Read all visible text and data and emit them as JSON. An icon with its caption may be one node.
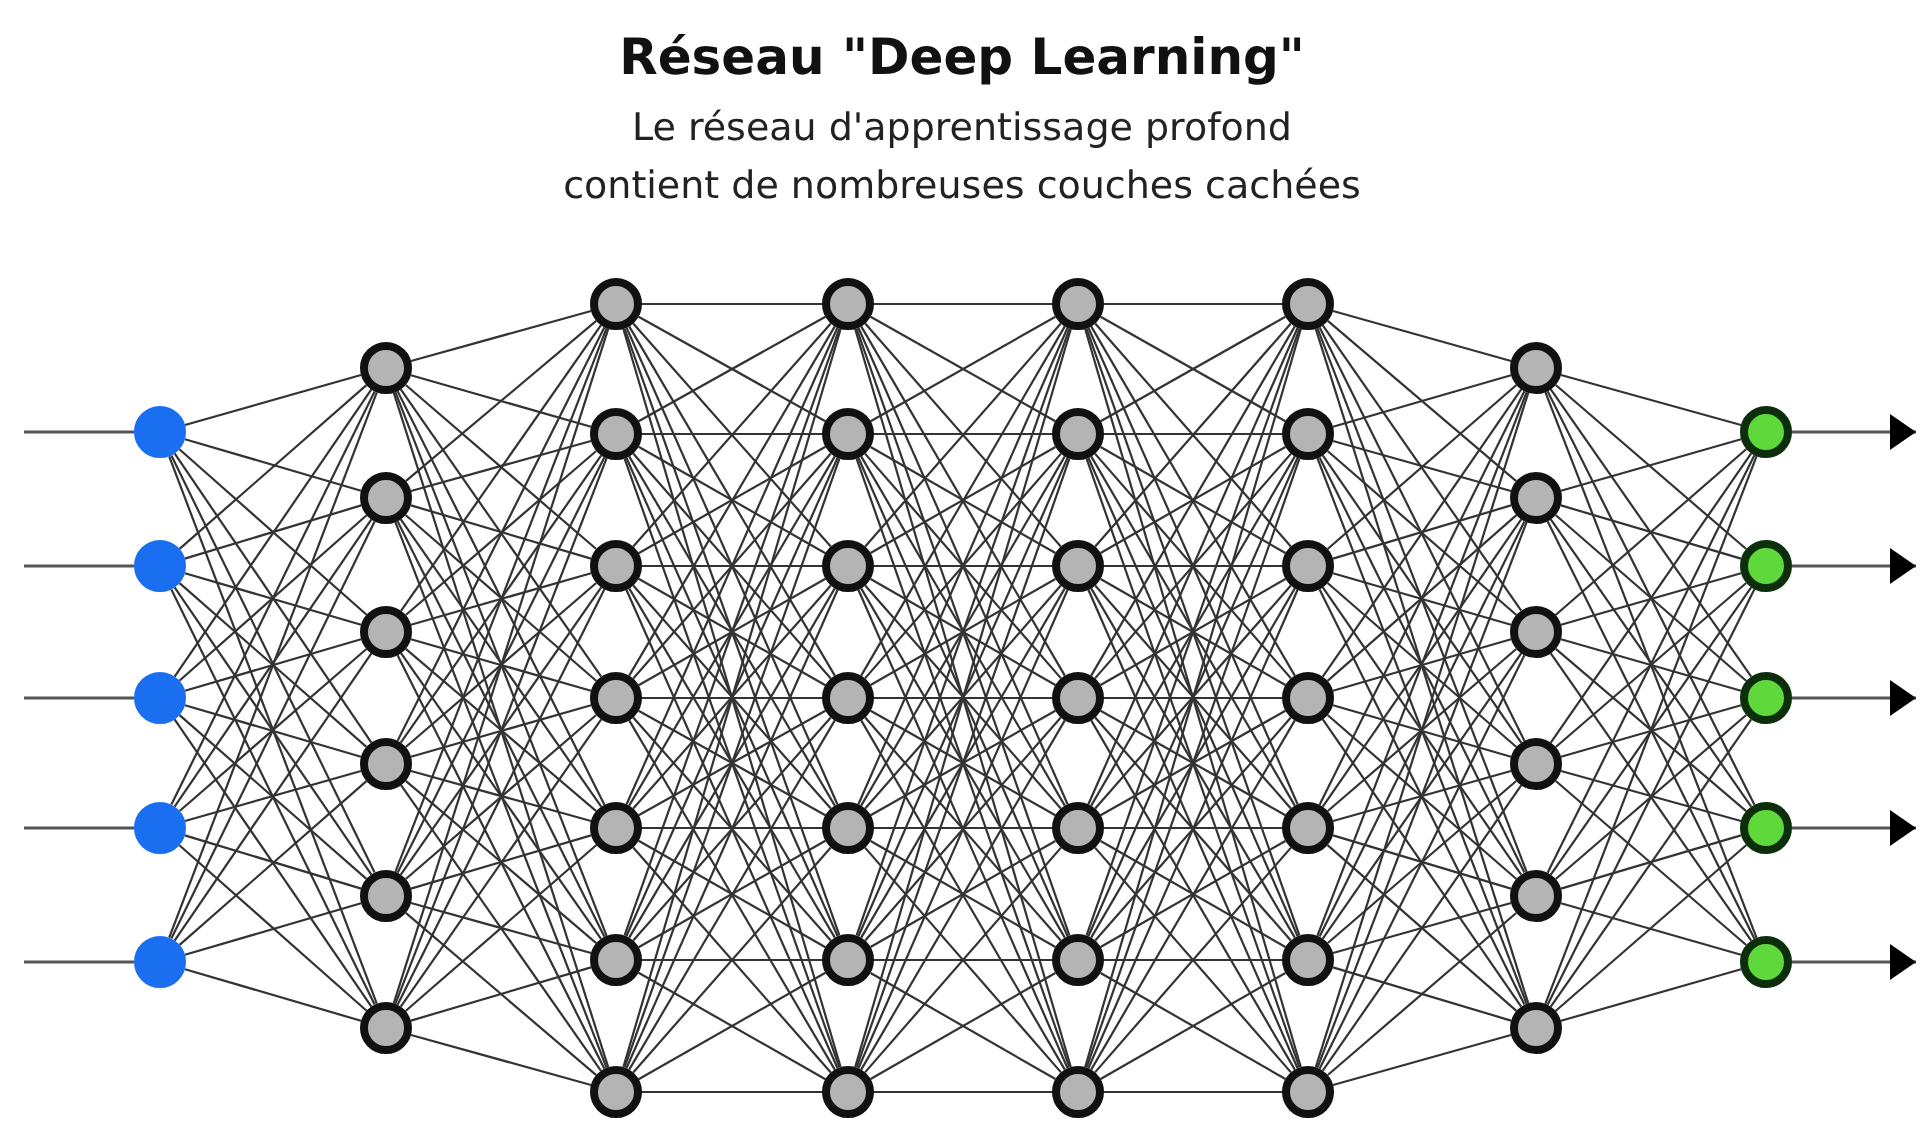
{
  "diagram": {
    "title": "Réseau \"Deep Learning\"",
    "nodes": [
      {
        "text": [],
        "shape": "circle"
      },
      {
        "text": [],
        "shape": "circle"
      },
      {
        "text": [],
        "shape": "circle"
      },
      {
        "text": [],
        "shape": "circle"
      },
      {
        "text": [],
        "shape": "circle"
      },
      {
        "text": [],
        "shape": "circle"
      },
      {
        "text": [],
        "shape": "circle"
      },
      {
        "text": [],
        "shape": "circle"
      },
      {
        "text": [],
        "shape": "circle"
      },
      {
        "text": [],
        "shape": "circle"
      },
      {
        "text": [],
        "shape": "circle"
      },
      {
        "text": [],
        "shape": "circle"
      },
      {
        "text": [],
        "shape": "circle"
      },
      {
        "text": [],
        "shape": "circle"
      },
      {
        "text": [],
        "shape": "circle"
      },
      {
        "text": [],
        "shape": "circle"
      },
      {
        "text": [],
        "shape": "circle"
      },
      {
        "text": [],
        "shape": "circle"
      },
      {
        "text": [],
        "shape": "circle"
      },
      {
        "text": [],
        "shape": "circle"
      },
      {
        "text": [],
        "shape": "circle"
      },
      {
        "text": [],
        "shape": "circle"
      },
      {
        "text": [],
        "shape": "circle"
      },
      {
        "text": [],
        "shape": "circle"
      },
      {
        "text": [],
        "shape": "circle"
      },
      {
        "text": [],
        "shape": "circle"
      },
      {
        "text": [],
        "shape": "circle"
      },
      {
        "text": [],
        "shape": "circle"
      },
      {
        "text": [],
        "shape": "circle"
      },
      {
        "text": [],
        "shape": "circle"
      },
      {
        "text": [],
        "shape": "circle"
      },
      {
        "text": [],
        "shape": "circle"
      },
      {
        "text": [],
        "shape": "circle"
      },
      {
        "text": [],
        "shape": "circle"
      },
      {
        "text": [],
        "shape": "circle"
      },
      {
        "text": [],
        "shape": "circle"
      },
      {
        "text": [],
        "shape": "circle"
      },
      {
        "text": [],
        "shape": "circle"
      },
      {
        "text": [],
        "shape": "circle"
      },
      {
        "text": [],
        "shape": "circle"
      },
      {
        "text": [],
        "shape": "circle"
      },
      {
        "text": [],
        "shape": "circle"
      },
      {
        "text": [],
        "shape": "circle"
      },
      {
        "text": [],
        "shape": "circle"
      },
      {
        "text": [],
        "shape": "circle"
      },
      {
        "text": [],
        "shape": "circle"
      },
      {
        "text": [],
        "shape": "circle"
      },
      {
        "text": [],
        "shape": "circle"
      },
      {
        "text": [],
        "shape": "circle"
      },
      {
        "text": [],
        "shape": "circle"
      }
    ],
    "edges": [
      {
        "from": null,
        "to": 0,
        "arrow": "none"
      },
      {
        "from": null,
        "to": 1,
        "arrow": "none"
      },
      {
        "from": null,
        "to": 2,
        "arrow": "none"
      },
      {
        "from": null,
        "to": 3,
        "arrow": "none"
      },
      {
        "from": null,
        "to": 4,
        "arrow": "none"
      },
      {
        "from": 0,
        "to": 5,
        "arrow": "none"
      },
      {
        "from": 0,
        "to": 6,
        "arrow": "none"
      },
      {
        "from": 0,
        "to": 7,
        "arrow": "none"
      },
      {
        "from": 0,
        "to": 8,
        "arrow": "none"
      },
      {
        "from": 0,
        "to": 9,
        "arrow": "none"
      },
      {
        "from": 0,
        "to": 10,
        "arrow": "none"
      },
      {
        "from": 1,
        "to": 5,
        "arrow": "none"
      },
      {
        "from": 1,
        "to": 6,
        "arrow": "none"
      },
      {
        "from": 1,
        "to": 7,
        "arrow": "none"
      },
      {
        "from": 1,
        "to": 8,
        "arrow": "none"
      },
      {
        "from": 1,
        "to": 9,
        "arrow": "none"
      },
      {
        "from": 1,
        "to": 10,
        "arrow": "none"
      },
      {
        "from": 2,
        "to": 5,
        "arrow": "none"
      },
      {
        "from": 2,
        "to": 6,
        "arrow": "none"
      },
      {
        "from": 2,
        "to": 7,
        "arrow": "none"
      },
      {
        "from": 2,
        "to": 8,
        "arrow": "none"
      },
      {
        "from": 2,
        "to": 9,
        "arrow": "none"
      },
      {
        "from": 2,
        "to": 10,
        "arrow": "none"
      },
      {
        "from": 3,
        "to": 5,
        "arrow": "none"
      },
      {
        "from": 3,
        "to": 6,
        "arrow": "none"
      },
      {
        "from": 3,
        "to": 7,
        "arrow": "none"
      },
      {
        "from": 3,
        "to": 8,
        "arrow": "none"
      },
      {
        "from": 3,
        "to": 9,
        "arrow": "none"
      },
      {
        "from": 3,
        "to": 10,
        "arrow": "none"
      },
      {
        "from": 4,
        "to": 5,
        "arrow": "none"
      },
      {
        "from": 4,
        "to": 6,
        "arrow": "none"
      },
      {
        "from": 4,
        "to": 7,
        "arrow": "none"
      },
      {
        "from": 4,
        "to": 8,
        "arrow": "none"
      },
      {
        "from": 4,
        "to": 9,
        "arrow": "none"
      },
      {
        "from": 4,
        "to": 10,
        "arrow": "none"
      },
      {
        "from": 5,
        "to": 11,
        "arrow": "none"
      },
      {
        "from": 5,
        "to": 12,
        "arrow": "none"
      },
      {
        "from": 5,
        "to": 13,
        "arrow": "none"
      },
      {
        "from": 5,
        "to": 14,
        "arrow": "none"
      },
      {
        "from": 5,
        "to": 15,
        "arrow": "none"
      },
      {
        "from": 5,
        "to": 16,
        "arrow": "none"
      },
      {
        "from": 5,
        "to": 17,
        "arrow": "none"
      },
      {
        "from": 6,
        "to": 11,
        "arrow": "none"
      },
      {
        "from": 6,
        "to": 12,
        "arrow": "none"
      },
      {
        "from": 6,
        "to": 13,
        "arrow": "none"
      },
      {
        "from": 6,
        "to": 14,
        "arrow": "none"
      },
      {
        "from": 6,
        "to": 15,
        "arrow": "none"
      },
      {
        "from": 6,
        "to": 16,
        "arrow": "none"
      },
      {
        "from": 6,
        "to": 17,
        "arrow": "none"
      },
      {
        "from": 7,
        "to": 11,
        "arrow": "none"
      },
      {
        "from": 7,
        "to": 12,
        "arrow": "none"
      },
      {
        "from": 7,
        "to": 13,
        "arrow": "none"
      },
      {
        "from": 7,
        "to": 14,
        "arrow": "none"
      },
      {
        "from": 7,
        "to": 15,
        "arrow": "none"
      },
      {
        "from": 7,
        "to": 16,
        "arrow": "none"
      },
      {
        "from": 7,
        "to": 17,
        "arrow": "none"
      },
      {
        "from": 8,
        "to": 11,
        "arrow": "none"
      },
      {
        "from": 8,
        "to": 12,
        "arrow": "none"
      },
      {
        "from": 8,
        "to": 13,
        "arrow": "none"
      },
      {
        "from": 8,
        "to": 14,
        "arrow": "none"
      },
      {
        "from": 8,
        "to": 15,
        "arrow": "none"
      },
      {
        "from": 8,
        "to": 16,
        "arrow": "none"
      },
      {
        "from": 8,
        "to": 17,
        "arrow": "none"
      },
      {
        "from": 9,
        "to": 11,
        "arrow": "none"
      },
      {
        "from": 9,
        "to": 12,
        "arrow": "none"
      },
      {
        "from": 9,
        "to": 13,
        "arrow": "none"
      },
      {
        "from": 9,
        "to": 14,
        "arrow": "none"
      },
      {
        "from": 9,
        "to": 15,
        "arrow": "none"
      },
      {
        "from": 9,
        "to": 16,
        "arrow": "none"
      },
      {
        "from": 9,
        "to": 17,
        "arrow": "none"
      },
      {
        "from": 10,
        "to": 11,
        "arrow": "none"
      },
      {
        "from": 10,
        "to": 12,
        "arrow": "none"
      },
      {
        "from": 10,
        "to": 13,
        "arrow": "none"
      },
      {
        "from": 10,
        "to": 14,
        "arrow": "none"
      },
      {
        "from": 10,
        "to": 15,
        "arrow": "none"
      },
      {
        "from": 10,
        "to": 16,
        "arrow": "none"
      },
      {
        "from": 10,
        "to": 17,
        "arrow": "none"
      },
      {
        "from": 11,
        "to": 18,
        "arrow": "none"
      },
      {
        "from": 11,
        "to": 19,
        "arrow": "none"
      },
      {
        "from": 11,
        "to": 20,
        "arrow": "none"
      },
      {
        "from": 11,
        "to": 21,
        "arrow": "none"
      },
      {
        "from": 11,
        "to": 22,
        "arrow": "none"
      },
      {
        "from": 11,
        "to": 23,
        "arrow": "none"
      },
      {
        "from": 11,
        "to": 24,
        "arrow": "none"
      },
      {
        "from": 12,
        "to": 18,
        "arrow": "none"
      },
      {
        "from": 12,
        "to": 19,
        "arrow": "none"
      },
      {
        "from": 12,
        "to": 20,
        "arrow": "none"
      },
      {
        "from": 12,
        "to": 21,
        "arrow": "none"
      },
      {
        "from": 12,
        "to": 22,
        "arrow": "none"
      },
      {
        "from": 12,
        "to": 23,
        "arrow": "none"
      },
      {
        "from": 12,
        "to": 24,
        "arrow": "none"
      },
      {
        "from": 13,
        "to": 18,
        "arrow": "none"
      },
      {
        "from": 13,
        "to": 19,
        "arrow": "none"
      },
      {
        "from": 13,
        "to": 20,
        "arrow": "none"
      },
      {
        "from": 13,
        "to": 21,
        "arrow": "none"
      },
      {
        "from": 13,
        "to": 22,
        "arrow": "none"
      },
      {
        "from": 13,
        "to": 23,
        "arrow": "none"
      },
      {
        "from": 13,
        "to": 24,
        "arrow": "none"
      },
      {
        "from": 14,
        "to": 18,
        "arrow": "none"
      },
      {
        "from": 14,
        "to": 19,
        "arrow": "none"
      },
      {
        "from": 14,
        "to": 20,
        "arrow": "none"
      },
      {
        "from": 14,
        "to": 21,
        "arrow": "none"
      },
      {
        "from": 14,
        "to": 22,
        "arrow": "none"
      },
      {
        "from": 14,
        "to": 23,
        "arrow": "none"
      },
      {
        "from": 14,
        "to": 24,
        "arrow": "none"
      },
      {
        "from": 15,
        "to": 18,
        "arrow": "none"
      },
      {
        "from": 15,
        "to": 19,
        "arrow": "none"
      },
      {
        "from": 15,
        "to": 20,
        "arrow": "none"
      },
      {
        "from": 15,
        "to": 21,
        "arrow": "none"
      },
      {
        "from": 15,
        "to": 22,
        "arrow": "none"
      },
      {
        "from": 15,
        "to": 23,
        "arrow": "none"
      },
      {
        "from": 15,
        "to": 24,
        "arrow": "none"
      },
      {
        "from": 16,
        "to": 18,
        "arrow": "none"
      },
      {
        "from": 16,
        "to": 19,
        "arrow": "none"
      },
      {
        "from": 16,
        "to": 20,
        "arrow": "none"
      },
      {
        "from": 16,
        "to": 21,
        "arrow": "none"
      },
      {
        "from": 16,
        "to": 22,
        "arrow": "none"
      },
      {
        "from": 16,
        "to": 23,
        "arrow": "none"
      },
      {
        "from": 16,
        "to": 24,
        "arrow": "none"
      },
      {
        "from": 17,
        "to": 18,
        "arrow": "none"
      },
      {
        "from": 17,
        "to": 19,
        "arrow": "none"
      },
      {
        "from": 17,
        "to": 20,
        "arrow": "none"
      },
      {
        "from": 17,
        "to": 21,
        "arrow": "none"
      },
      {
        "from": 17,
        "to": 22,
        "arrow": "none"
      },
      {
        "from": 17,
        "to": 23,
        "arrow": "none"
      },
      {
        "from": 17,
        "to": 24,
        "arrow": "none"
      },
      {
        "from": 18,
        "to": 25,
        "arrow": "none"
      },
      {
        "from": 18,
        "to": 26,
        "arrow": "none"
      },
      {
        "from": 18,
        "to": 27,
        "arrow": "none"
      },
      {
        "from": 18,
        "to": 28,
        "arrow": "none"
      },
      {
        "from": 18,
        "to": 29,
        "arrow": "none"
      },
      {
        "from": 18,
        "to": 30,
        "arrow": "none"
      },
      {
        "from": 18,
        "to": 31,
        "arrow": "none"
      },
      {
        "from": 19,
        "to": 25,
        "arrow": "none"
      },
      {
        "from": 19,
        "to": 26,
        "arrow": "none"
      },
      {
        "from": 19,
        "to": 27,
        "arrow": "none"
      },
      {
        "from": 19,
        "to": 28,
        "arrow": "none"
      },
      {
        "from": 19,
        "to": 29,
        "arrow": "none"
      },
      {
        "from": 19,
        "to": 30,
        "arrow": "none"
      },
      {
        "from": 19,
        "to": 31,
        "arrow": "none"
      },
      {
        "from": 20,
        "to": 25,
        "arrow": "none"
      },
      {
        "from": 20,
        "to": 26,
        "arrow": "none"
      },
      {
        "from": 20,
        "to": 27,
        "arrow": "none"
      },
      {
        "from": 20,
        "to": 28,
        "arrow": "none"
      },
      {
        "from": 20,
        "to": 29,
        "arrow": "none"
      },
      {
        "from": 20,
        "to": 30,
        "arrow": "none"
      },
      {
        "from": 20,
        "to": 31,
        "arrow": "none"
      },
      {
        "from": 21,
        "to": 25,
        "arrow": "none"
      },
      {
        "from": 21,
        "to": 26,
        "arrow": "none"
      },
      {
        "from": 21,
        "to": 27,
        "arrow": "none"
      },
      {
        "from": 21,
        "to": 28,
        "arrow": "none"
      },
      {
        "from": 21,
        "to": 29,
        "arrow": "none"
      },
      {
        "from": 21,
        "to": 30,
        "arrow": "none"
      },
      {
        "from": 21,
        "to": 31,
        "arrow": "none"
      },
      {
        "from": 22,
        "to": 25,
        "arrow": "none"
      },
      {
        "from": 22,
        "to": 26,
        "arrow": "none"
      },
      {
        "from": 22,
        "to": 27,
        "arrow": "none"
      },
      {
        "from": 22,
        "to": 28,
        "arrow": "none"
      },
      {
        "from": 22,
        "to": 29,
        "arrow": "none"
      },
      {
        "from": 22,
        "to": 30,
        "arrow": "none"
      },
      {
        "from": 22,
        "to": 31,
        "arrow": "none"
      },
      {
        "from": 23,
        "to": 25,
        "arrow": "none"
      },
      {
        "from": 23,
        "to": 26,
        "arrow": "none"
      },
      {
        "from": 23,
        "to": 27,
        "arrow": "none"
      },
      {
        "from": 23,
        "to": 28,
        "arrow": "none"
      },
      {
        "from": 23,
        "to": 29,
        "arrow": "none"
      },
      {
        "from": 23,
        "to": 30,
        "arrow": "none"
      },
      {
        "from": 23,
        "to": 31,
        "arrow": "none"
      },
      {
        "from": 24,
        "to": 25,
        "arrow": "none"
      },
      {
        "from": 24,
        "to": 26,
        "arrow": "none"
      },
      {
        "from": 24,
        "to": 27,
        "arrow": "none"
      },
      {
        "from": 24,
        "to": 28,
        "arrow": "none"
      },
      {
        "from": 24,
        "to": 29,
        "arrow": "none"
      },
      {
        "from": 24,
        "to": 30,
        "arrow": "none"
      },
      {
        "from": 24,
        "to": 31,
        "arrow": "none"
      },
      {
        "from": 25,
        "to": 32,
        "arrow": "none"
      },
      {
        "from": 25,
        "to": 33,
        "arrow": "none"
      },
      {
        "from": 25,
        "to": 34,
        "arrow": "none"
      },
      {
        "from": 25,
        "to": 35,
        "arrow": "none"
      },
      {
        "from": 25,
        "to": 36,
        "arrow": "none"
      },
      {
        "from": 25,
        "to": 37,
        "arrow": "none"
      },
      {
        "from": 25,
        "to": 38,
        "arrow": "none"
      },
      {
        "from": 26,
        "to": 32,
        "arrow": "none"
      },
      {
        "from": 26,
        "to": 33,
        "arrow": "none"
      },
      {
        "from": 26,
        "to": 34,
        "arrow": "none"
      },
      {
        "from": 26,
        "to": 35,
        "arrow": "none"
      },
      {
        "from": 26,
        "to": 36,
        "arrow": "none"
      },
      {
        "from": 26,
        "to": 37,
        "arrow": "none"
      },
      {
        "from": 26,
        "to": 38,
        "arrow": "none"
      },
      {
        "from": 27,
        "to": 32,
        "arrow": "none"
      },
      {
        "from": 27,
        "to": 33,
        "arrow": "none"
      },
      {
        "from": 27,
        "to": 34,
        "arrow": "none"
      },
      {
        "from": 27,
        "to": 35,
        "arrow": "none"
      },
      {
        "from": 27,
        "to": 36,
        "arrow": "none"
      },
      {
        "from": 27,
        "to": 37,
        "arrow": "none"
      },
      {
        "from": 27,
        "to": 38,
        "arrow": "none"
      },
      {
        "from": 28,
        "to": 32,
        "arrow": "none"
      },
      {
        "from": 28,
        "to": 33,
        "arrow": "none"
      },
      {
        "from": 28,
        "to": 34,
        "arrow": "none"
      },
      {
        "from": 28,
        "to": 35,
        "arrow": "none"
      },
      {
        "from": 28,
        "to": 36,
        "arrow": "none"
      },
      {
        "from": 28,
        "to": 37,
        "arrow": "none"
      },
      {
        "from": 28,
        "to": 38,
        "arrow": "none"
      },
      {
        "from": 29,
        "to": 32,
        "arrow": "none"
      },
      {
        "from": 29,
        "to": 33,
        "arrow": "none"
      },
      {
        "from": 29,
        "to": 34,
        "arrow": "none"
      },
      {
        "from": 29,
        "to": 35,
        "arrow": "none"
      },
      {
        "from": 29,
        "to": 36,
        "arrow": "none"
      },
      {
        "from": 29,
        "to": 37,
        "arrow": "none"
      },
      {
        "from": 29,
        "to": 38,
        "arrow": "none"
      },
      {
        "from": 30,
        "to": 32,
        "arrow": "none"
      },
      {
        "from": 30,
        "to": 33,
        "arrow": "none"
      },
      {
        "from": 30,
        "to": 34,
        "arrow": "none"
      },
      {
        "from": 30,
        "to": 35,
        "arrow": "none"
      },
      {
        "from": 30,
        "to": 36,
        "arrow": "none"
      },
      {
        "from": 30,
        "to": 37,
        "arrow": "none"
      },
      {
        "from": 30,
        "to": 38,
        "arrow": "none"
      },
      {
        "from": 31,
        "to": 32,
        "arrow": "none"
      },
      {
        "from": 31,
        "to": 33,
        "arrow": "none"
      },
      {
        "from": 31,
        "to": 34,
        "arrow": "none"
      },
      {
        "from": 31,
        "to": 35,
        "arrow": "none"
      },
      {
        "from": 31,
        "to": 36,
        "arrow": "none"
      },
      {
        "from": 31,
        "to": 37,
        "arrow": "none"
      },
      {
        "from": 31,
        "to": 38,
        "arrow": "none"
      },
      {
        "from": 32,
        "to": 39,
        "arrow": "none"
      },
      {
        "from": 32,
        "to": 40,
        "arrow": "none"
      },
      {
        "from": 32,
        "to": 41,
        "arrow": "none"
      },
      {
        "from": 32,
        "to": 42,
        "arrow": "none"
      },
      {
        "from": 32,
        "to": 43,
        "arrow": "none"
      },
      {
        "from": 32,
        "to": 44,
        "arrow": "none"
      },
      {
        "from": 33,
        "to": 39,
        "arrow": "none"
      },
      {
        "from": 33,
        "to": 40,
        "arrow": "none"
      },
      {
        "from": 33,
        "to": 41,
        "arrow": "none"
      },
      {
        "from": 33,
        "to": 42,
        "arrow": "none"
      },
      {
        "from": 33,
        "to": 43,
        "arrow": "none"
      },
      {
        "from": 33,
        "to": 44,
        "arrow": "none"
      },
      {
        "from": 34,
        "to": 39,
        "arrow": "none"
      },
      {
        "from": 34,
        "to": 40,
        "arrow": "none"
      },
      {
        "from": 34,
        "to": 41,
        "arrow": "none"
      },
      {
        "from": 34,
        "to": 42,
        "arrow": "none"
      },
      {
        "from": 34,
        "to": 43,
        "arrow": "none"
      },
      {
        "from": 34,
        "to": 44,
        "arrow": "none"
      },
      {
        "from": 35,
        "to": 39,
        "arrow": "none"
      },
      {
        "from": 35,
        "to": 40,
        "arrow": "none"
      },
      {
        "from": 35,
        "to": 41,
        "arrow": "none"
      },
      {
        "from": 35,
        "to": 42,
        "arrow": "none"
      },
      {
        "from": 35,
        "to": 43,
        "arrow": "none"
      },
      {
        "from": 35,
        "to": 44,
        "arrow": "none"
      },
      {
        "from": 36,
        "to": 39,
        "arrow": "none"
      },
      {
        "from": 36,
        "to": 40,
        "arrow": "none"
      },
      {
        "from": 36,
        "to": 41,
        "arrow": "none"
      },
      {
        "from": 36,
        "to": 42,
        "arrow": "none"
      },
      {
        "from": 36,
        "to": 43,
        "arrow": "none"
      },
      {
        "from": 36,
        "to": 44,
        "arrow": "none"
      },
      {
        "from": 37,
        "to": 39,
        "arrow": "none"
      },
      {
        "from": 37,
        "to": 40,
        "arrow": "none"
      },
      {
        "from": 37,
        "to": 41,
        "arrow": "none"
      },
      {
        "from": 37,
        "to": 42,
        "arrow": "none"
      },
      {
        "from": 37,
        "to": 43,
        "arrow": "none"
      },
      {
        "from": 37,
        "to": 44,
        "arrow": "none"
      },
      {
        "from": 38,
        "to": 39,
        "arrow": "none"
      },
      {
        "from": 38,
        "to": 40,
        "arrow": "none"
      },
      {
        "from": 38,
        "to": 41,
        "arrow": "none"
      },
      {
        "from": 38,
        "to": 42,
        "arrow": "none"
      },
      {
        "from": 38,
        "to": 43,
        "arrow": "none"
      },
      {
        "from": 38,
        "to": 44,
        "arrow": "none"
      },
      {
        "from": 39,
        "to": 45,
        "arrow": "none"
      },
      {
        "from": 39,
        "to": 46,
        "arrow": "none"
      },
      {
        "from": 39,
        "to": 47,
        "arrow": "none"
      },
      {
        "from": 39,
        "to": 48,
        "arrow": "none"
      },
      {
        "from": 39,
        "to": 49,
        "arrow": "none"
      },
      {
        "from": 40,
        "to": 45,
        "arrow": "none"
      },
      {
        "from": 40,
        "to": 46,
        "arrow": "none"
      },
      {
        "from": 40,
        "to": 47,
        "arrow": "none"
      },
      {
        "from": 40,
        "to": 48,
        "arrow": "none"
      },
      {
        "from": 40,
        "to": 49,
        "arrow": "none"
      },
      {
        "from": 41,
        "to": 45,
        "arrow": "none"
      },
      {
        "from": 41,
        "to": 46,
        "arrow": "none"
      },
      {
        "from": 41,
        "to": 47,
        "arrow": "none"
      },
      {
        "from": 41,
        "to": 48,
        "arrow": "none"
      },
      {
        "from": 41,
        "to": 49,
        "arrow": "none"
      },
      {
        "from": 42,
        "to": 45,
        "arrow": "none"
      },
      {
        "from": 42,
        "to": 46,
        "arrow": "none"
      },
      {
        "from": 42,
        "to": 47,
        "arrow": "none"
      },
      {
        "from": 42,
        "to": 48,
        "arrow": "none"
      },
      {
        "from": 42,
        "to": 49,
        "arrow": "none"
      },
      {
        "from": 43,
        "to": 45,
        "arrow": "none"
      },
      {
        "from": 43,
        "to": 46,
        "arrow": "none"
      },
      {
        "from": 43,
        "to": 47,
        "arrow": "none"
      },
      {
        "from": 43,
        "to": 48,
        "arrow": "none"
      },
      {
        "from": 43,
        "to": 49,
        "arrow": "none"
      },
      {
        "from": 44,
        "to": 45,
        "arrow": "none"
      },
      {
        "from": 44,
        "to": 46,
        "arrow": "none"
      },
      {
        "from": 44,
        "to": 47,
        "arrow": "none"
      },
      {
        "from": 44,
        "to": 48,
        "arrow": "none"
      },
      {
        "from": 44,
        "to": 49,
        "arrow": "none"
      },
      {
        "from": 45,
        "to": null,
        "arrow": "to"
      },
      {
        "from": 46,
        "to": null,
        "arrow": "to"
      },
      {
        "from": 47,
        "to": null,
        "arrow": "to"
      },
      {
        "from": 48,
        "to": null,
        "arrow": "to"
      },
      {
        "from": 49,
        "to": null,
        "arrow": "to"
      }
    ],
    "labels": [
      "Le réseau d'apprentissage profond contient de nombreuses couches cachées"
    ]
  }
}
